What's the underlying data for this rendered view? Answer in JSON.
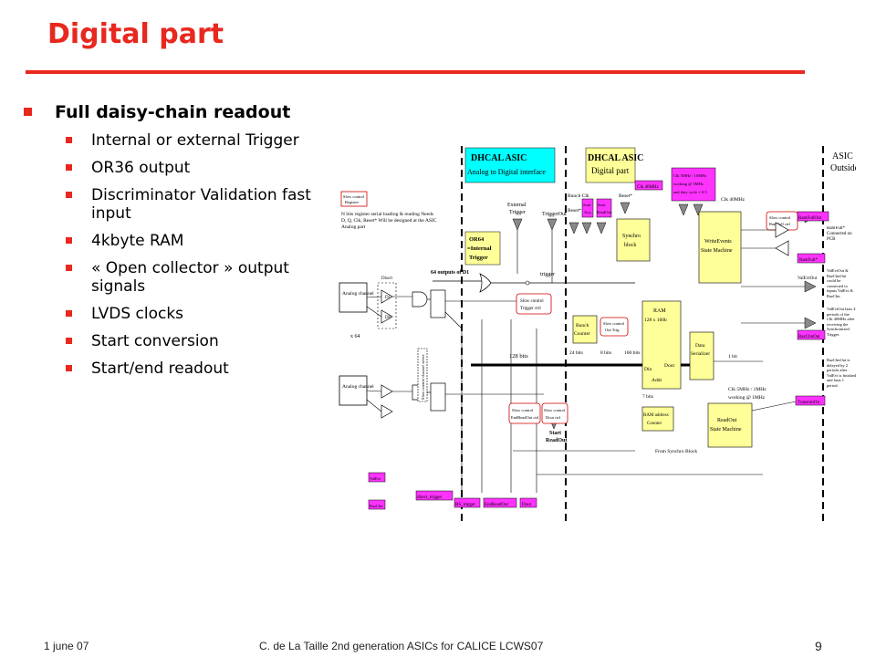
{
  "slide": {
    "title": "Digital part",
    "bullet_main": "Full daisy-chain readout",
    "sub_bullets": [
      {
        "line1": "Internal or external Trigger",
        "line2": ""
      },
      {
        "line1": "OR36 output",
        "line2": ""
      },
      {
        "line1": "Discriminator Validation fast",
        "line2": "input"
      },
      {
        "line1": "4kbyte RAM",
        "line2": ""
      },
      {
        "line1": "« Open collector » output",
        "line2": "signals"
      },
      {
        "line1": "LVDS clocks",
        "line2": ""
      },
      {
        "line1": "Start conversion",
        "line2": ""
      },
      {
        "line1": "Start/end readout",
        "line2": ""
      }
    ]
  },
  "diagram": {
    "dhcal_asic_analog": "DHCAL ASIC",
    "analog_to_digital": "Analog to Digital interface",
    "dhcal_asic_digital": "DHCAL ASIC",
    "digital_part": "Digital part",
    "asic_outside_1": "ASIC",
    "asic_outside_2": "Outside",
    "or64_1": "OR64",
    "or64_2": "=Internal",
    "or64_3": "Trigger",
    "external_trigger_1": "External",
    "external_trigger_2": "Trigger",
    "trigger_out": "TriggerOut",
    "trigger": "trigger",
    "outputs_of_d1": "64 outputs of D1",
    "bits_128": "128 bits",
    "bits_24": "24 bits",
    "bits_8": "8 bits",
    "bits_160": "160 bits",
    "bit_1": "1 bit",
    "bits_7": "7 bits",
    "analog_channel": "Analog channel",
    "x64": "x 64",
    "slow_control_register_1": "Slow control",
    "slow_control_register_2": "Register",
    "nbits_note": "N bits register serial loading & reading Needs D, Q, Clk, Reset* Will be designed at the ASIC Analog part",
    "synchro_block_1": "Synchro",
    "synchro_block_2": "block",
    "write_events_1": "WriteEvents",
    "write_events_2": "State Machine",
    "readout_sm_1": "ReadOut",
    "readout_sm_2": "State Machine",
    "bunch_counter_1": "Bunch",
    "bunch_counter_2": "Counter",
    "ram_1": "RAM",
    "ram_2": "128 x 160b",
    "din": "Din",
    "dout": "Dout",
    "addr": "Addr",
    "data_serializer_1": "Data",
    "data_serializer_2": "Serializer",
    "ram_address_1": "RAM address",
    "ram_address_2": "Counter",
    "clk_40": "Clk 40MHz",
    "clk_5mhz": "Clk 5MHz / 10MHz",
    "clk_5mhz_2": "working @ 5MHz",
    "clk_5mhz_3": "and duty cycle = 0.5",
    "clk_40_b": "Clk 40MHz",
    "clk_5_b": "Clk 5MHz / 1MHz",
    "clk_5_b2": "working @ 1MHz",
    "bunch_clk": "Bunch Clk",
    "reset": "Reset*",
    "start_acq_1": "Start",
    "start_acq_2": "Acq",
    "start_readout_1": "Start",
    "start_readout_2": "ReadOut",
    "start_readout_b1": "Start",
    "start_readout_b2": "ReadOut",
    "ram_full": "RamFull*",
    "ram_full_note": "RamFull* Connected on PCB",
    "ram_full_out": "RamFullOut",
    "val_evt_out": "ValEvtOut",
    "val_evt_note_1": "ValEvtOut & RazChnOut",
    "val_evt_note_2": "could be connected",
    "val_evt_note_3": "to inputs ValEvt & RazChn",
    "val_evt_lasts": "ValEvtOut lasts 4 periods of the Clk 40MHz after receiving the Synchronized Trigger.",
    "raz_chn_out": "RazChnOut",
    "raz_chn_note": "RazChnOut is delayed by 2 periods after ValEvt is finished and lasts 1 period.",
    "transmit_on": "TransmitOn",
    "from_synchro": "From Synchro Block",
    "val_evt": "ValEvt",
    "raz_chn": "RazChn",
    "direct_trigger": "direct_trigger",
    "rs_trigger": "RS_trigger",
    "end_readout": "EndReadOut",
    "dout_pin": "Dout",
    "slow_ctrl_trigger_1": "Slow control",
    "slow_ctrl_trigger_2": "Trigger ctrl",
    "slow_ctrl_ram_full_1": "Slow control",
    "slow_ctrl_ram_full_2": "RamFull ctrl",
    "slow_ctrl_out_trig_1": "Slow control",
    "slow_ctrl_out_trig_2": "Out Trig",
    "slow_ctrl_end_1": "Slow control",
    "slow_ctrl_end_2": "EndReadOut ctrl",
    "slow_ctrl_dout_1": "Slow control",
    "slow_ctrl_dout_2": "Dout ctrl",
    "slow_ctrl_channel": "Slow control channel select",
    "discri": "Discri",
    "d1": "D1",
    "d0": "D0",
    "colors": {
      "cyan": "#00ffff",
      "yellow": "#ffff99",
      "magenta": "#ff33ff",
      "red": "#e8281f"
    }
  },
  "footer": {
    "date": "1 june 07",
    "center": "C. de La Taille   2nd generation ASICs for CALICE   LCWS07",
    "page": "9"
  }
}
